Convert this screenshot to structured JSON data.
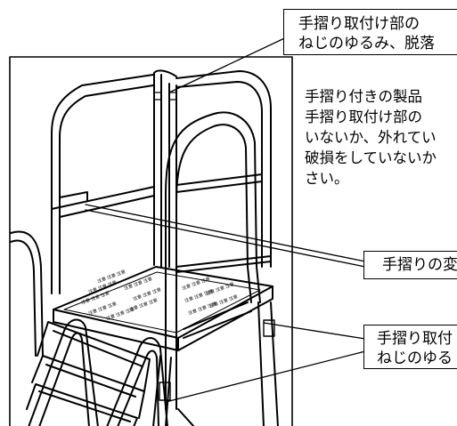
{
  "callouts": {
    "top": {
      "line1": "手摺り取付け部の",
      "line2": "ねじのゆるみ、脱落"
    },
    "middle": {
      "text": "手摺りの変"
    },
    "bottom": {
      "line1": "手摺り取付",
      "line2": "ねじのゆる"
    }
  },
  "note": {
    "lines": [
      "手摺り付きの製品",
      "手摺り取付け部の",
      "いないか、外れてい",
      "破損をしていないか",
      "さい。"
    ]
  },
  "platform_label": {
    "text": "注意 注意 注意"
  }
}
